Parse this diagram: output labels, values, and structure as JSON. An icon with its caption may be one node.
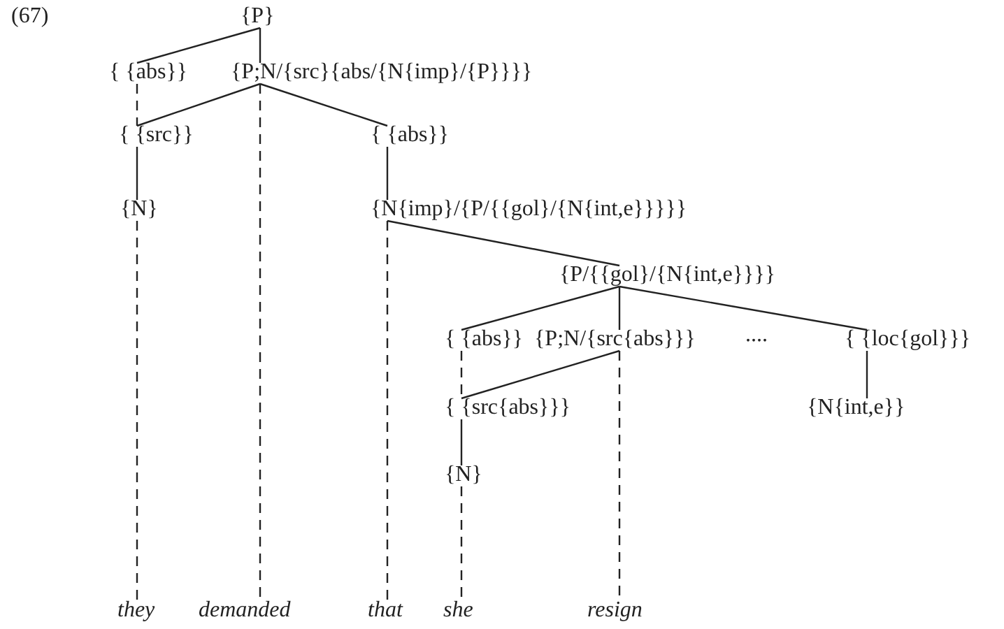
{
  "diagram": {
    "nodes": [
      {
        "text": [
          "{P}"
        ]
      },
      {
        "text": [
          "{ {abs}}"
        ]
      },
      {
        "text": [
          "{P;N/{src}{abs/{N{imp}/{P}}}}"
        ]
      },
      {
        "text": [
          "{ {src}}"
        ]
      },
      {
        "text": [
          "{ {abs}}"
        ]
      },
      {
        "text": [
          "{N}"
        ]
      },
      {
        "text": [
          "{N{imp}/{P/{{gol}/{N{int,e}}}}}"
        ]
      },
      {
        "text": [
          "{P/{{gol}/{N{int,e}}}}"
        ]
      },
      {
        "text": [
          "{ {abs}}"
        ]
      },
      {
        "text": [
          "{P;N/{src{abs}}}"
        ]
      },
      {
        "text": [
          "{ {loc{gol}}}"
        ]
      },
      {
        "text": [
          "{ {src{abs}}}"
        ]
      },
      {
        "text": [
          "{N{int,e}}"
        ]
      },
      {
        "text": [
          "{N}"
        ]
      },
      {
        "text": [
          "they"
        ]
      },
      {
        "text": [
          "demanded"
        ]
      },
      {
        "text": [
          "that"
        ]
      },
      {
        "text": [
          "she"
        ]
      },
      {
        "text": [
          "resign"
        ]
      }
    ],
    "edges": [
      {
        "from": 0,
        "to": 1,
        "arrow": "none"
      },
      {
        "from": 0,
        "to": 2,
        "arrow": "none"
      },
      {
        "from": 1,
        "to": 3,
        "arrow": "none",
        "style": "dashed"
      },
      {
        "from": 2,
        "to": 3,
        "arrow": "none"
      },
      {
        "from": 2,
        "to": 4,
        "arrow": "none"
      },
      {
        "from": 3,
        "to": 5,
        "arrow": "none"
      },
      {
        "from": 4,
        "to": 6,
        "arrow": "none"
      },
      {
        "from": 6,
        "to": 7,
        "arrow": "none"
      },
      {
        "from": 7,
        "to": 8,
        "arrow": "none"
      },
      {
        "from": 7,
        "to": 9,
        "arrow": "none"
      },
      {
        "from": 7,
        "to": 10,
        "arrow": "none"
      },
      {
        "from": 8,
        "to": 11,
        "arrow": "none",
        "style": "dashed"
      },
      {
        "from": 9,
        "to": 11,
        "arrow": "none"
      },
      {
        "from": 10,
        "to": 12,
        "arrow": "none"
      },
      {
        "from": 11,
        "to": 13,
        "arrow": "none"
      },
      {
        "from": 5,
        "to": 14,
        "arrow": "none",
        "style": "dashed"
      },
      {
        "from": 2,
        "to": 15,
        "arrow": "none",
        "style": "dashed"
      },
      {
        "from": 6,
        "to": 16,
        "arrow": "none",
        "style": "dashed"
      },
      {
        "from": 13,
        "to": 17,
        "arrow": "none",
        "style": "dashed"
      },
      {
        "from": 9,
        "to": 18,
        "arrow": "none",
        "style": "dashed"
      }
    ],
    "labels": [
      "(67)",
      "...."
    ]
  }
}
